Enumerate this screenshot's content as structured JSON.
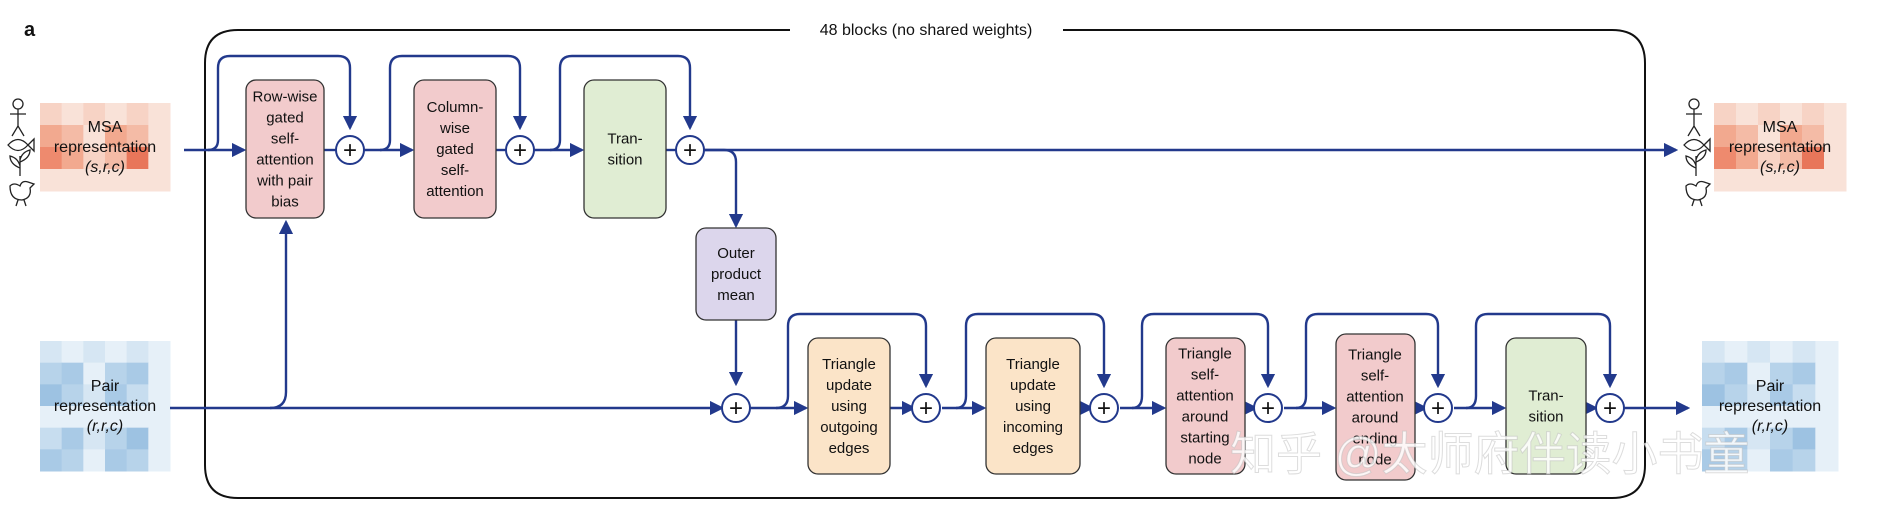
{
  "panel_label": "a",
  "block_label": "48 blocks (no shared weights)",
  "msa_in": {
    "lines": [
      "MSA",
      "representation",
      "(s,r,c)"
    ]
  },
  "pair_in": {
    "lines": [
      "Pair",
      "representation",
      "(r,r,c)"
    ]
  },
  "msa_out": {
    "lines": [
      "MSA",
      "representation",
      "(s,r,c)"
    ]
  },
  "pair_out": {
    "lines": [
      "Pair",
      "representation",
      "(r,r,c)"
    ]
  },
  "modules": {
    "row_attn": {
      "lines": [
        "Row-wise",
        "gated",
        "self-",
        "attention",
        "with pair",
        "bias"
      ],
      "fill": "#F2CBCC"
    },
    "col_attn": {
      "lines": [
        "Column-",
        "wise",
        "gated",
        "self-",
        "attention"
      ],
      "fill": "#F2CBCC"
    },
    "msa_transition": {
      "lines": [
        "Tran-",
        "sition"
      ],
      "fill": "#E0EDD3"
    },
    "outer_product": {
      "lines": [
        "Outer",
        "product",
        "mean"
      ],
      "fill": "#DCD6EC"
    },
    "tri_out": {
      "lines": [
        "Triangle",
        "update",
        "using",
        "outgoing",
        "edges"
      ],
      "fill": "#FBE4C8"
    },
    "tri_in": {
      "lines": [
        "Triangle",
        "update",
        "using",
        "incoming",
        "edges"
      ],
      "fill": "#FBE4C8"
    },
    "tri_start": {
      "lines": [
        "Triangle",
        "self-",
        "attention",
        "around",
        "starting",
        "node"
      ],
      "fill": "#F2CBCC"
    },
    "tri_end": {
      "lines": [
        "Triangle",
        "self-",
        "attention",
        "around",
        "ending",
        "node"
      ],
      "fill": "#F2CBCC"
    },
    "pair_transition": {
      "lines": [
        "Tran-",
        "sition"
      ],
      "fill": "#E0EDD3"
    }
  },
  "plus_symbol": "+",
  "watermark": "知乎 @太师府伴读小书童",
  "colors": {
    "arrow": "#22398C",
    "msa_heat": [
      "#F7D3C5",
      "#F2A98F",
      "#EE8A6E",
      "#F9E2D8",
      "#E8765A",
      "#F4BBA6"
    ],
    "pair_heat": [
      "#D6E6F3",
      "#B7D3EA",
      "#9DC2E2",
      "#E6F0F8",
      "#C7DDEF",
      "#A9CAE6"
    ]
  },
  "icons": [
    "human-icon",
    "fish-icon",
    "plant-icon",
    "chicken-icon"
  ]
}
